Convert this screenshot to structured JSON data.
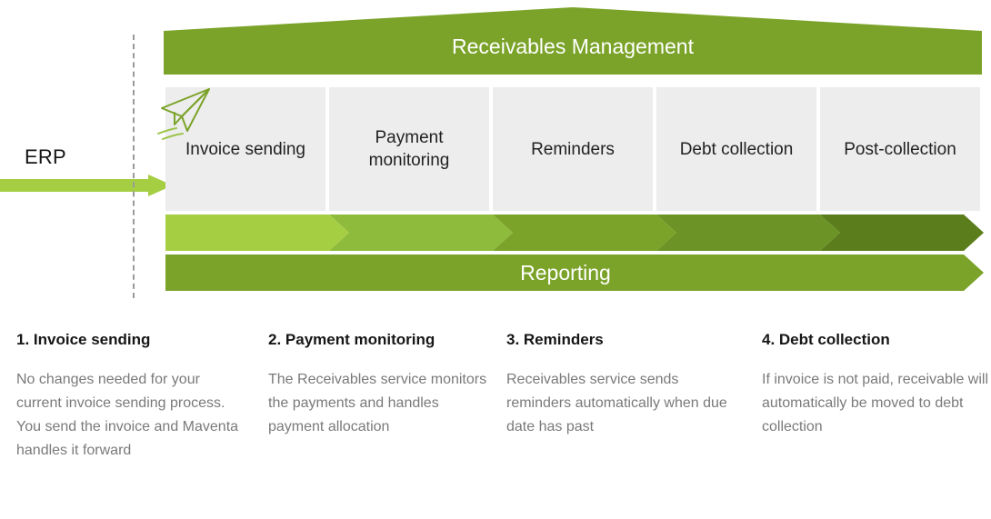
{
  "palette": {
    "banner_green": "#7BA329",
    "chevron_1": "#A6CE43",
    "chevron_2": "#8EBB3C",
    "chevron_3": "#7BA329",
    "chevron_4": "#6B9325",
    "chevron_5": "#5C7D1C",
    "reporting_green": "#7BA329",
    "box_gray": "#EDEDED",
    "erp_arrow_green": "#A6CE43",
    "plane_stroke": "#7BA329",
    "divider_gray": "#9A9A9A",
    "heading_black": "#161616",
    "body_gray": "#7A7A7A"
  },
  "source": {
    "label": "ERP",
    "arrow_icon": "arrow-right-icon"
  },
  "banner": {
    "title": "Receivables Management",
    "shape": "pentagon-roof"
  },
  "stages": [
    {
      "label": "Invoice sending",
      "icon": "paper-plane-icon"
    },
    {
      "label": "Payment monitoring",
      "icon": ""
    },
    {
      "label": "Reminders",
      "icon": ""
    },
    {
      "label": "Debt collection",
      "icon": ""
    },
    {
      "label": "Post-collection",
      "icon": ""
    }
  ],
  "chevrons": [
    {
      "color": "#A6CE43"
    },
    {
      "color": "#8EBB3C"
    },
    {
      "color": "#7BA329"
    },
    {
      "color": "#6B9325"
    },
    {
      "color": "#5C7D1C"
    }
  ],
  "reporting": {
    "label": "Reporting",
    "shape": "arrow-right-banner"
  },
  "descriptions": [
    {
      "heading": "1. Invoice sending",
      "body": "No changes needed for your current invoice sending process. You send the invoice and Maventa handles it forward"
    },
    {
      "heading": "2. Payment monitoring",
      "body": "The Receivables service monitors the payments and handles payment allocation"
    },
    {
      "heading": "3. Reminders",
      "body": "Receivables service sends reminders automatically when due date has past"
    },
    {
      "heading": "4. Debt collection",
      "body": "If invoice is not paid, receivable will automatically be moved to debt collection"
    }
  ]
}
